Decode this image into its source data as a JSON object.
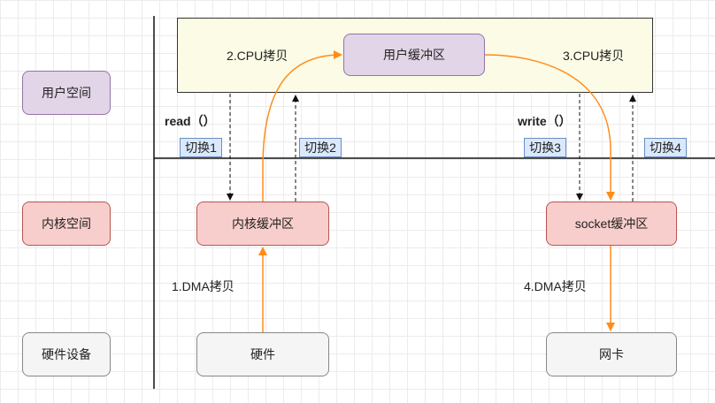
{
  "rows": {
    "user_space": "用户空间",
    "kernel_space": "内核空间",
    "hardware_devices": "硬件设备"
  },
  "nodes": {
    "user_buffer": "用户缓冲区",
    "kernel_buffer": "内核缓冲区",
    "socket_buffer": "socket缓冲区",
    "hardware": "硬件",
    "nic": "网卡"
  },
  "switches": [
    "切换1",
    "切换2",
    "切换3",
    "切换4"
  ],
  "calls": {
    "read": "read（）",
    "write": "write（）"
  },
  "copies": {
    "dma1": "1.DMA拷贝",
    "cpu2": "2.CPU拷贝",
    "cpu3": "3.CPU拷贝",
    "dma4": "4.DMA拷贝"
  },
  "colors": {
    "orange_arrow": "#ff8c1a",
    "user": "#e1d5e7",
    "kernel": "#f8cecc",
    "switch": "#dae8fc",
    "hardware": "#f5f5f5",
    "panel": "#fbfbe6"
  }
}
